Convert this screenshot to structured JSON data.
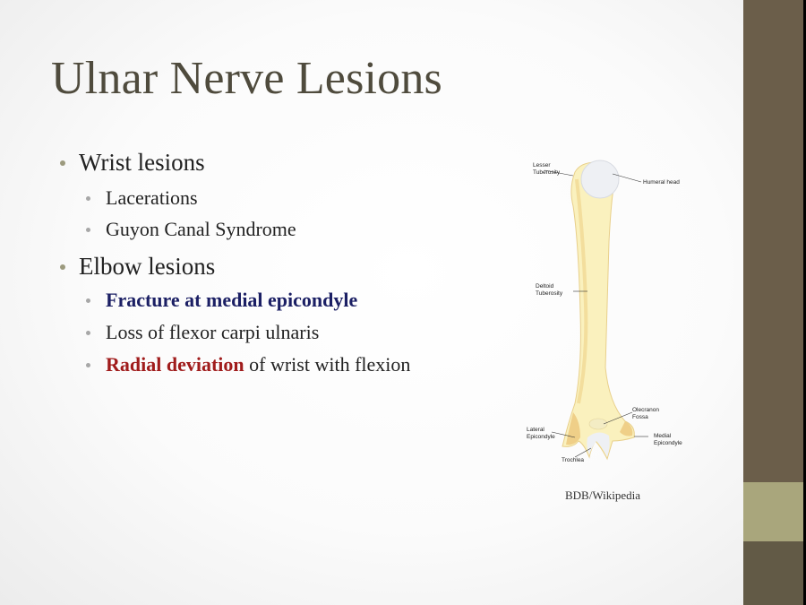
{
  "slide": {
    "title": "Ulnar Nerve Lesions",
    "bullets": [
      {
        "text": "Wrist lesions",
        "children": [
          {
            "text": "Lacerations"
          },
          {
            "text": "Guyon Canal Syndrome"
          }
        ]
      },
      {
        "text": "Elbow lesions",
        "children": [
          {
            "text": "Fracture at medial epicondyle"
          },
          {
            "text": "Loss of flexor carpi ulnaris"
          },
          {
            "highlight": "Radial deviation",
            "text": " of wrist with flexion"
          }
        ]
      }
    ],
    "figure": {
      "labels": {
        "lesser_tuberosity_1": "Lesser",
        "lesser_tuberosity_2": "Tuberosity",
        "humeral_head": "Humeral head",
        "deltoid_1": "Deltoid",
        "deltoid_2": "Tuberosity",
        "olecranon_1": "Olecranon",
        "olecranon_2": "Fossa",
        "lateral_1": "Lateral",
        "lateral_2": "Epicondyle",
        "medial_1": "Medial",
        "medial_2": "Epicondyle",
        "trochlea": "Trochlea"
      },
      "credit": "BDB/Wikipedia"
    }
  },
  "colors": {
    "sidebar": "#6b5e4a",
    "band": "#a9a67c",
    "title": "#4f4b3d",
    "blue": "#1b1f64",
    "red": "#a01c1c"
  }
}
